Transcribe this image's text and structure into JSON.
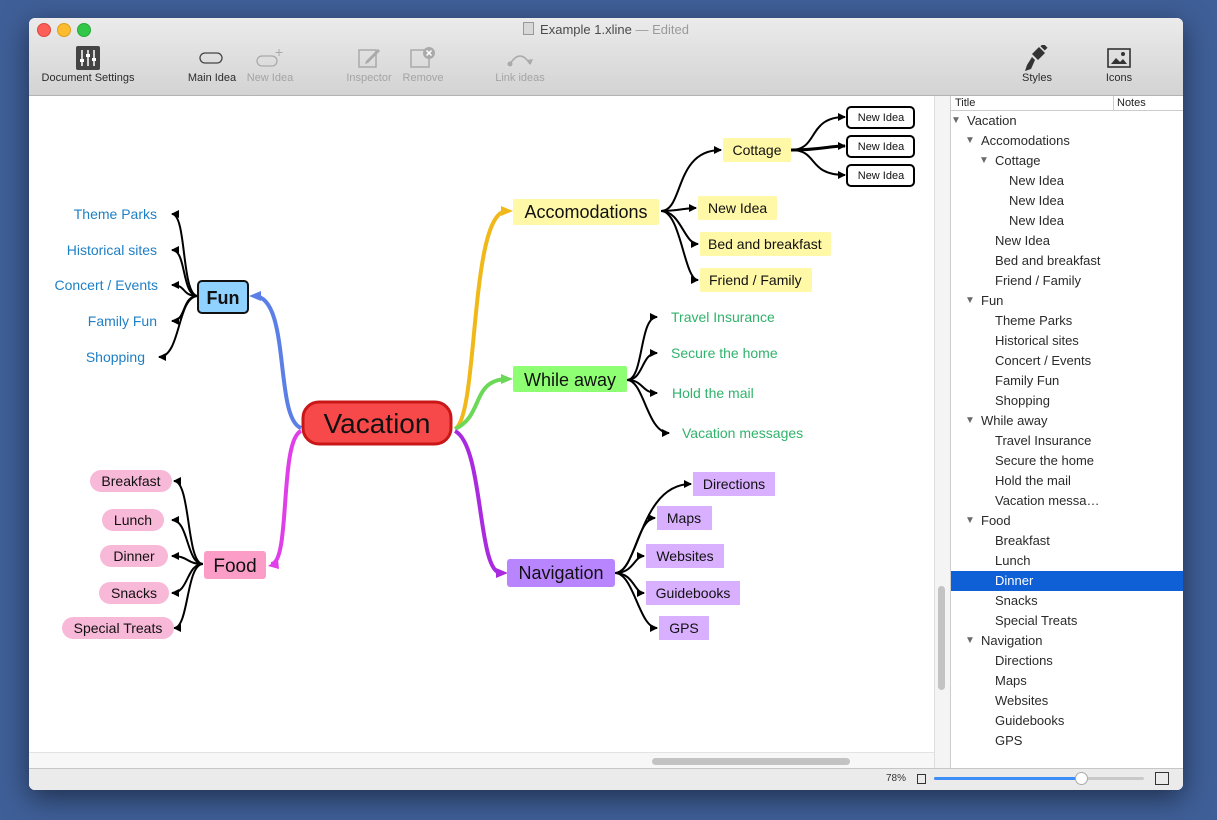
{
  "window": {
    "title": "Example 1.xline",
    "edited": "Edited",
    "separator": "—"
  },
  "toolbar": {
    "document_settings": "Document Settings",
    "main_idea": "Main Idea",
    "new_idea": "New Idea",
    "inspector": "Inspector",
    "remove": "Remove",
    "link_ideas": "Link ideas",
    "styles": "Styles",
    "icons": "Icons"
  },
  "colors": {
    "accent_blue": "#0f5fd6",
    "root_fill": "#f8494a",
    "fun_fill": "#8fd1ff",
    "food_fill": "#fb9dc7",
    "nav_fill": "#b985ff",
    "accom_fill": "#fff8a6",
    "while_fill": "#8eff72",
    "topic_text_fun": "#1f7fc4",
    "topic_text_while": "#2fb36b"
  },
  "mindmap": {
    "root": "Vacation",
    "fun": {
      "label": "Fun",
      "children": [
        "Theme Parks",
        "Historical sites",
        "Concert / Events",
        "Family Fun",
        "Shopping"
      ]
    },
    "food": {
      "label": "Food",
      "children": [
        "Breakfast",
        "Lunch",
        "Dinner",
        "Snacks",
        "Special Treats"
      ]
    },
    "accomodations": {
      "label": "Accomodations",
      "cottage": {
        "label": "Cottage",
        "children": [
          "New Idea",
          "New Idea",
          "New Idea"
        ]
      },
      "children": [
        "New Idea",
        "Bed and breakfast",
        "Friend / Family"
      ]
    },
    "while_away": {
      "label": "While away",
      "children": [
        "Travel Insurance",
        "Secure the home",
        "Hold the mail",
        "Vacation messages"
      ]
    },
    "navigation": {
      "label": "Navigation",
      "children": [
        "Directions",
        "Maps",
        "Websites",
        "Guidebooks",
        "GPS"
      ]
    }
  },
  "outline": {
    "columns": [
      "Title",
      "Notes"
    ],
    "rows": [
      {
        "text": "Vacation",
        "level": 0,
        "expanded": true
      },
      {
        "text": "Accomodations",
        "level": 1,
        "expanded": true
      },
      {
        "text": "Cottage",
        "level": 2,
        "expanded": true
      },
      {
        "text": "New Idea",
        "level": 3
      },
      {
        "text": "New Idea",
        "level": 3
      },
      {
        "text": "New Idea",
        "level": 3
      },
      {
        "text": "New Idea",
        "level": 2
      },
      {
        "text": "Bed and breakfast",
        "level": 2
      },
      {
        "text": "Friend / Family",
        "level": 2
      },
      {
        "text": "Fun",
        "level": 1,
        "expanded": true
      },
      {
        "text": "Theme Parks",
        "level": 2
      },
      {
        "text": "Historical sites",
        "level": 2
      },
      {
        "text": "Concert / Events",
        "level": 2
      },
      {
        "text": "Family Fun",
        "level": 2
      },
      {
        "text": "Shopping",
        "level": 2
      },
      {
        "text": "While away",
        "level": 1,
        "expanded": true
      },
      {
        "text": "Travel Insurance",
        "level": 2
      },
      {
        "text": "Secure the home",
        "level": 2
      },
      {
        "text": "Hold the mail",
        "level": 2
      },
      {
        "text": "Vacation messa…",
        "level": 2
      },
      {
        "text": "Food",
        "level": 1,
        "expanded": true
      },
      {
        "text": "Breakfast",
        "level": 2
      },
      {
        "text": "Lunch",
        "level": 2
      },
      {
        "text": "Dinner",
        "level": 2,
        "selected": true
      },
      {
        "text": "Snacks",
        "level": 2
      },
      {
        "text": "Special Treats",
        "level": 2
      },
      {
        "text": "Navigation",
        "level": 1,
        "expanded": true
      },
      {
        "text": "Directions",
        "level": 2
      },
      {
        "text": "Maps",
        "level": 2
      },
      {
        "text": "Websites",
        "level": 2
      },
      {
        "text": "Guidebooks",
        "level": 2
      },
      {
        "text": "GPS",
        "level": 2
      }
    ]
  },
  "status": {
    "zoom": "78%",
    "zoom_level": 0.7
  }
}
